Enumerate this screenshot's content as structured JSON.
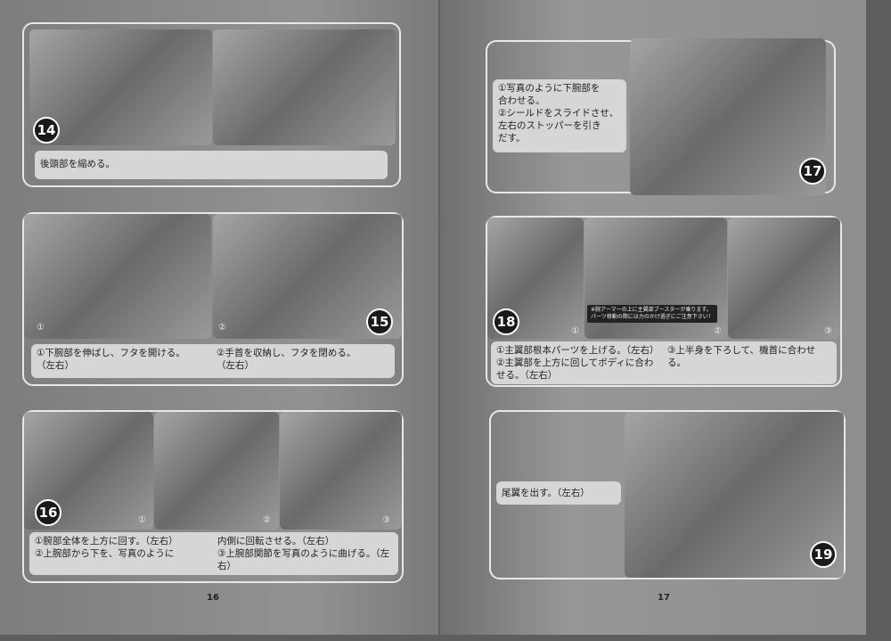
{
  "pages": {
    "left_number": "16",
    "right_number": "17"
  },
  "steps": [
    {
      "number": "14",
      "caption": "後頭部を縮める。"
    },
    {
      "number": "15",
      "sub": [
        "①",
        "②"
      ],
      "caption_col1": [
        "①下腕部を伸ばし、フタを開ける。",
        "（左右）"
      ],
      "caption_col2": [
        "②手首を収納し、フタを閉める。",
        "（左右）"
      ]
    },
    {
      "number": "16",
      "sub": [
        "①",
        "②",
        "③"
      ],
      "caption_col1": [
        "①腕部全体を上方に回す。（左右）",
        "②上腕部から下を、写真のように"
      ],
      "caption_col2": [
        "内側に回転させる。（左右）",
        "③上腕部関節を写真のように曲げる。（左右）"
      ]
    },
    {
      "number": "17",
      "caption": [
        "①写真のように下腕部を",
        "合わせる。",
        "②シールドをスライドさせ、",
        "左右のストッパーを引き",
        "だす。"
      ]
    },
    {
      "number": "18",
      "sub": [
        "①",
        "②",
        "③"
      ],
      "note": [
        "※腕アーマーの上に主翼部ブースターが乗ります。",
        "パーツ移動の際には力のかけ過ぎにご注意下さい！"
      ],
      "caption_col1": [
        "①主翼部根本パーツを上げる。（左右）",
        "②主翼部を上方に回してボディに合わせる。（左右）"
      ],
      "caption_col2": [
        "③上半身を下ろして、機首に合わせる。"
      ]
    },
    {
      "number": "19",
      "caption": "尾翼を出す。（左右）"
    }
  ]
}
